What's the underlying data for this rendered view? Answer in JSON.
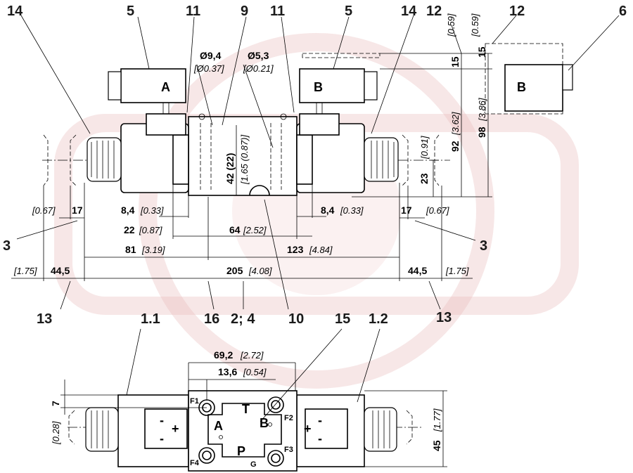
{
  "callouts": {
    "c14_left": "14",
    "c5_left": "5",
    "c11_left": "11",
    "c9": "9",
    "c11_right": "11",
    "c5_right": "5",
    "c14_right": "14",
    "c12_a": "12",
    "c12_b": "12",
    "c6": "6",
    "c3_left": "3",
    "c3_right": "3",
    "c13_left": "13",
    "c13_right": "13",
    "c16": "16",
    "c2_4": "2; 4",
    "c10": "10",
    "c1_1": "1.1",
    "c15": "15",
    "c1_2": "1.2"
  },
  "dims": {
    "d94": "Ø9,4",
    "d94i": "[Ø0.37]",
    "d53": "Ø5,3",
    "d53i": "[Ø0.21]",
    "d059a": "[0.59]",
    "d059b": "[0.59]",
    "d15a": "15",
    "d15b": "15",
    "d92": "92",
    "d362": "[3.62]",
    "d98": "98",
    "d386": "[3.86]",
    "d091": "[0.91]",
    "d23": "23",
    "d42": "42 (22)",
    "d165": "[1.65 (0.87)]",
    "d067l": "[0.67]",
    "d17l": "17",
    "d84l": "8,4",
    "d033l": "[0.33]",
    "d84r": "8,4",
    "d033r": "[0.33]",
    "d17r": "17",
    "d067r": "[0.67]",
    "d22": "22",
    "d087": "[0.87]",
    "d64": "64",
    "d252": "[2.52]",
    "d81": "81",
    "d319": "[3.19]",
    "d123": "123",
    "d484": "[4.84]",
    "d175l": "[1.75]",
    "d445l": "44,5",
    "d205": "205",
    "d408": "[4.08]",
    "d445r": "44,5",
    "d175r": "[1.75]",
    "d692": "69,2",
    "d272": "[2.72]",
    "d136": "13,6",
    "d054": "[0.54]",
    "d7": "7",
    "d028": "[0.28]",
    "d45": "45",
    "d177": "[1.77]"
  },
  "labels": {
    "solA": "A",
    "solB": "B",
    "solBside": "B",
    "portA": "A",
    "portB": "B",
    "portT": "T",
    "portP": "P",
    "portG": "G",
    "f1": "F1",
    "f2": "F2",
    "f3": "F3",
    "f4": "F4"
  },
  "colors": {
    "line": "#000000",
    "watermark": "#e9b9b9"
  }
}
